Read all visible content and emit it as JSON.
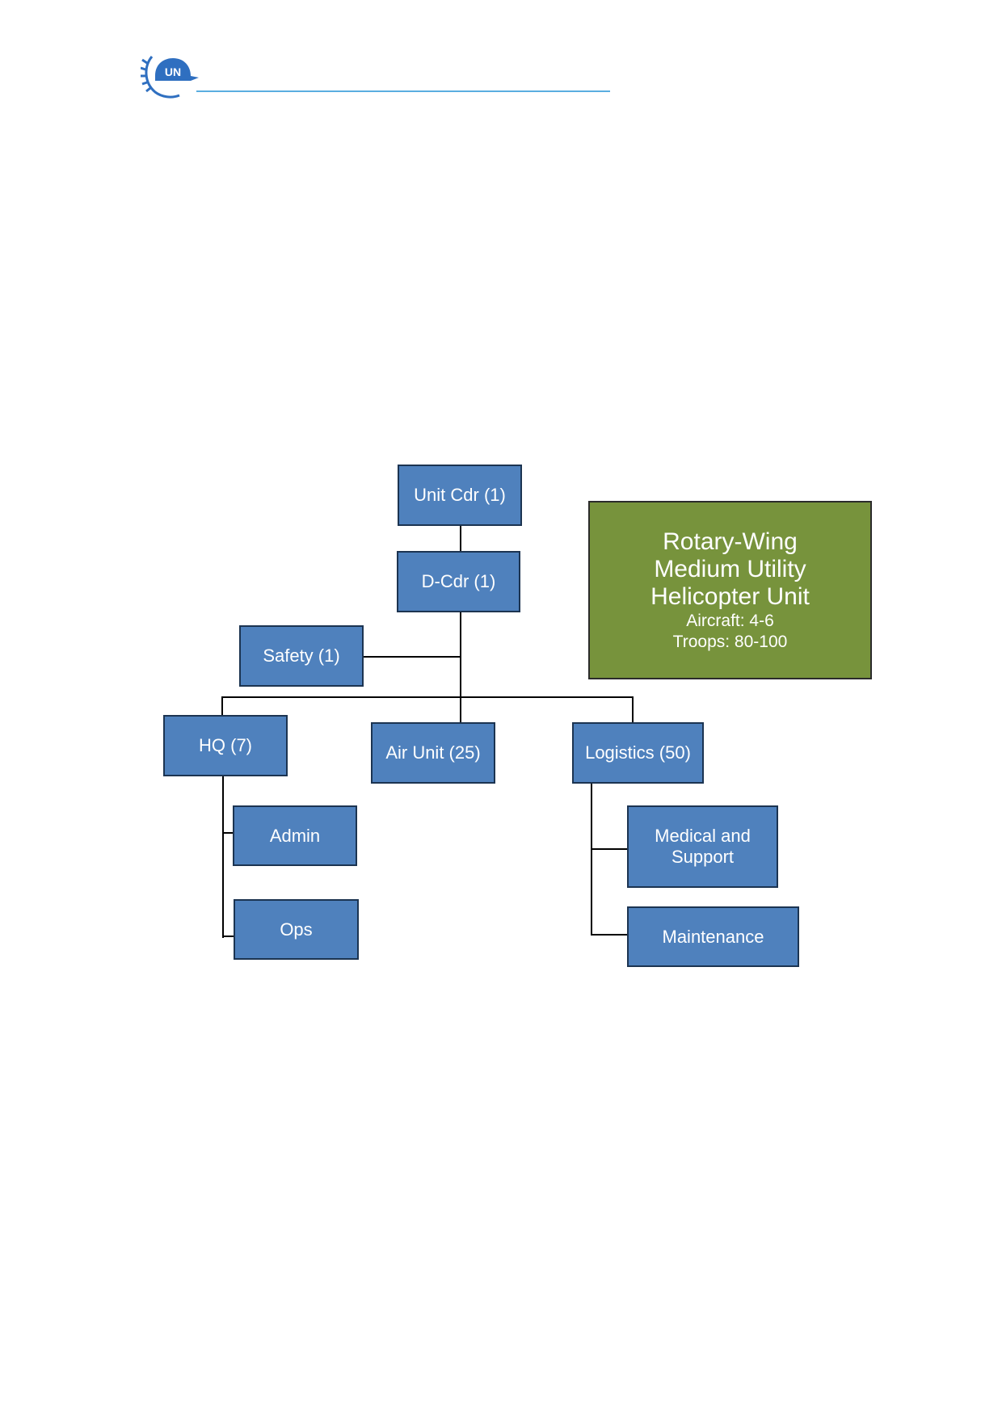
{
  "header": {
    "logo_text": "UN",
    "colors": {
      "logo": "#2f6fc0",
      "rule": "#5aaee0"
    }
  },
  "org_chart": {
    "colors": {
      "box_fill": "#4f81bd",
      "box_border": "#1c3451",
      "summary_fill": "#77933c"
    },
    "nodes": {
      "unit_cdr": "Unit Cdr (1)",
      "d_cdr": "D-Cdr (1)",
      "safety": "Safety (1)",
      "hq": "HQ (7)",
      "air_unit": "Air Unit (25)",
      "logistics": "Logistics (50)",
      "admin": "Admin",
      "ops": "Ops",
      "medical_support_line1": "Medical and",
      "medical_support_line2": "Support",
      "maintenance": "Maintenance"
    },
    "summary": {
      "title_line1": "Rotary-Wing",
      "title_line2": "Medium Utility",
      "title_line3": "Helicopter Unit",
      "aircraft": "Aircraft: 4-6",
      "troops": "Troops: 80-100"
    }
  }
}
